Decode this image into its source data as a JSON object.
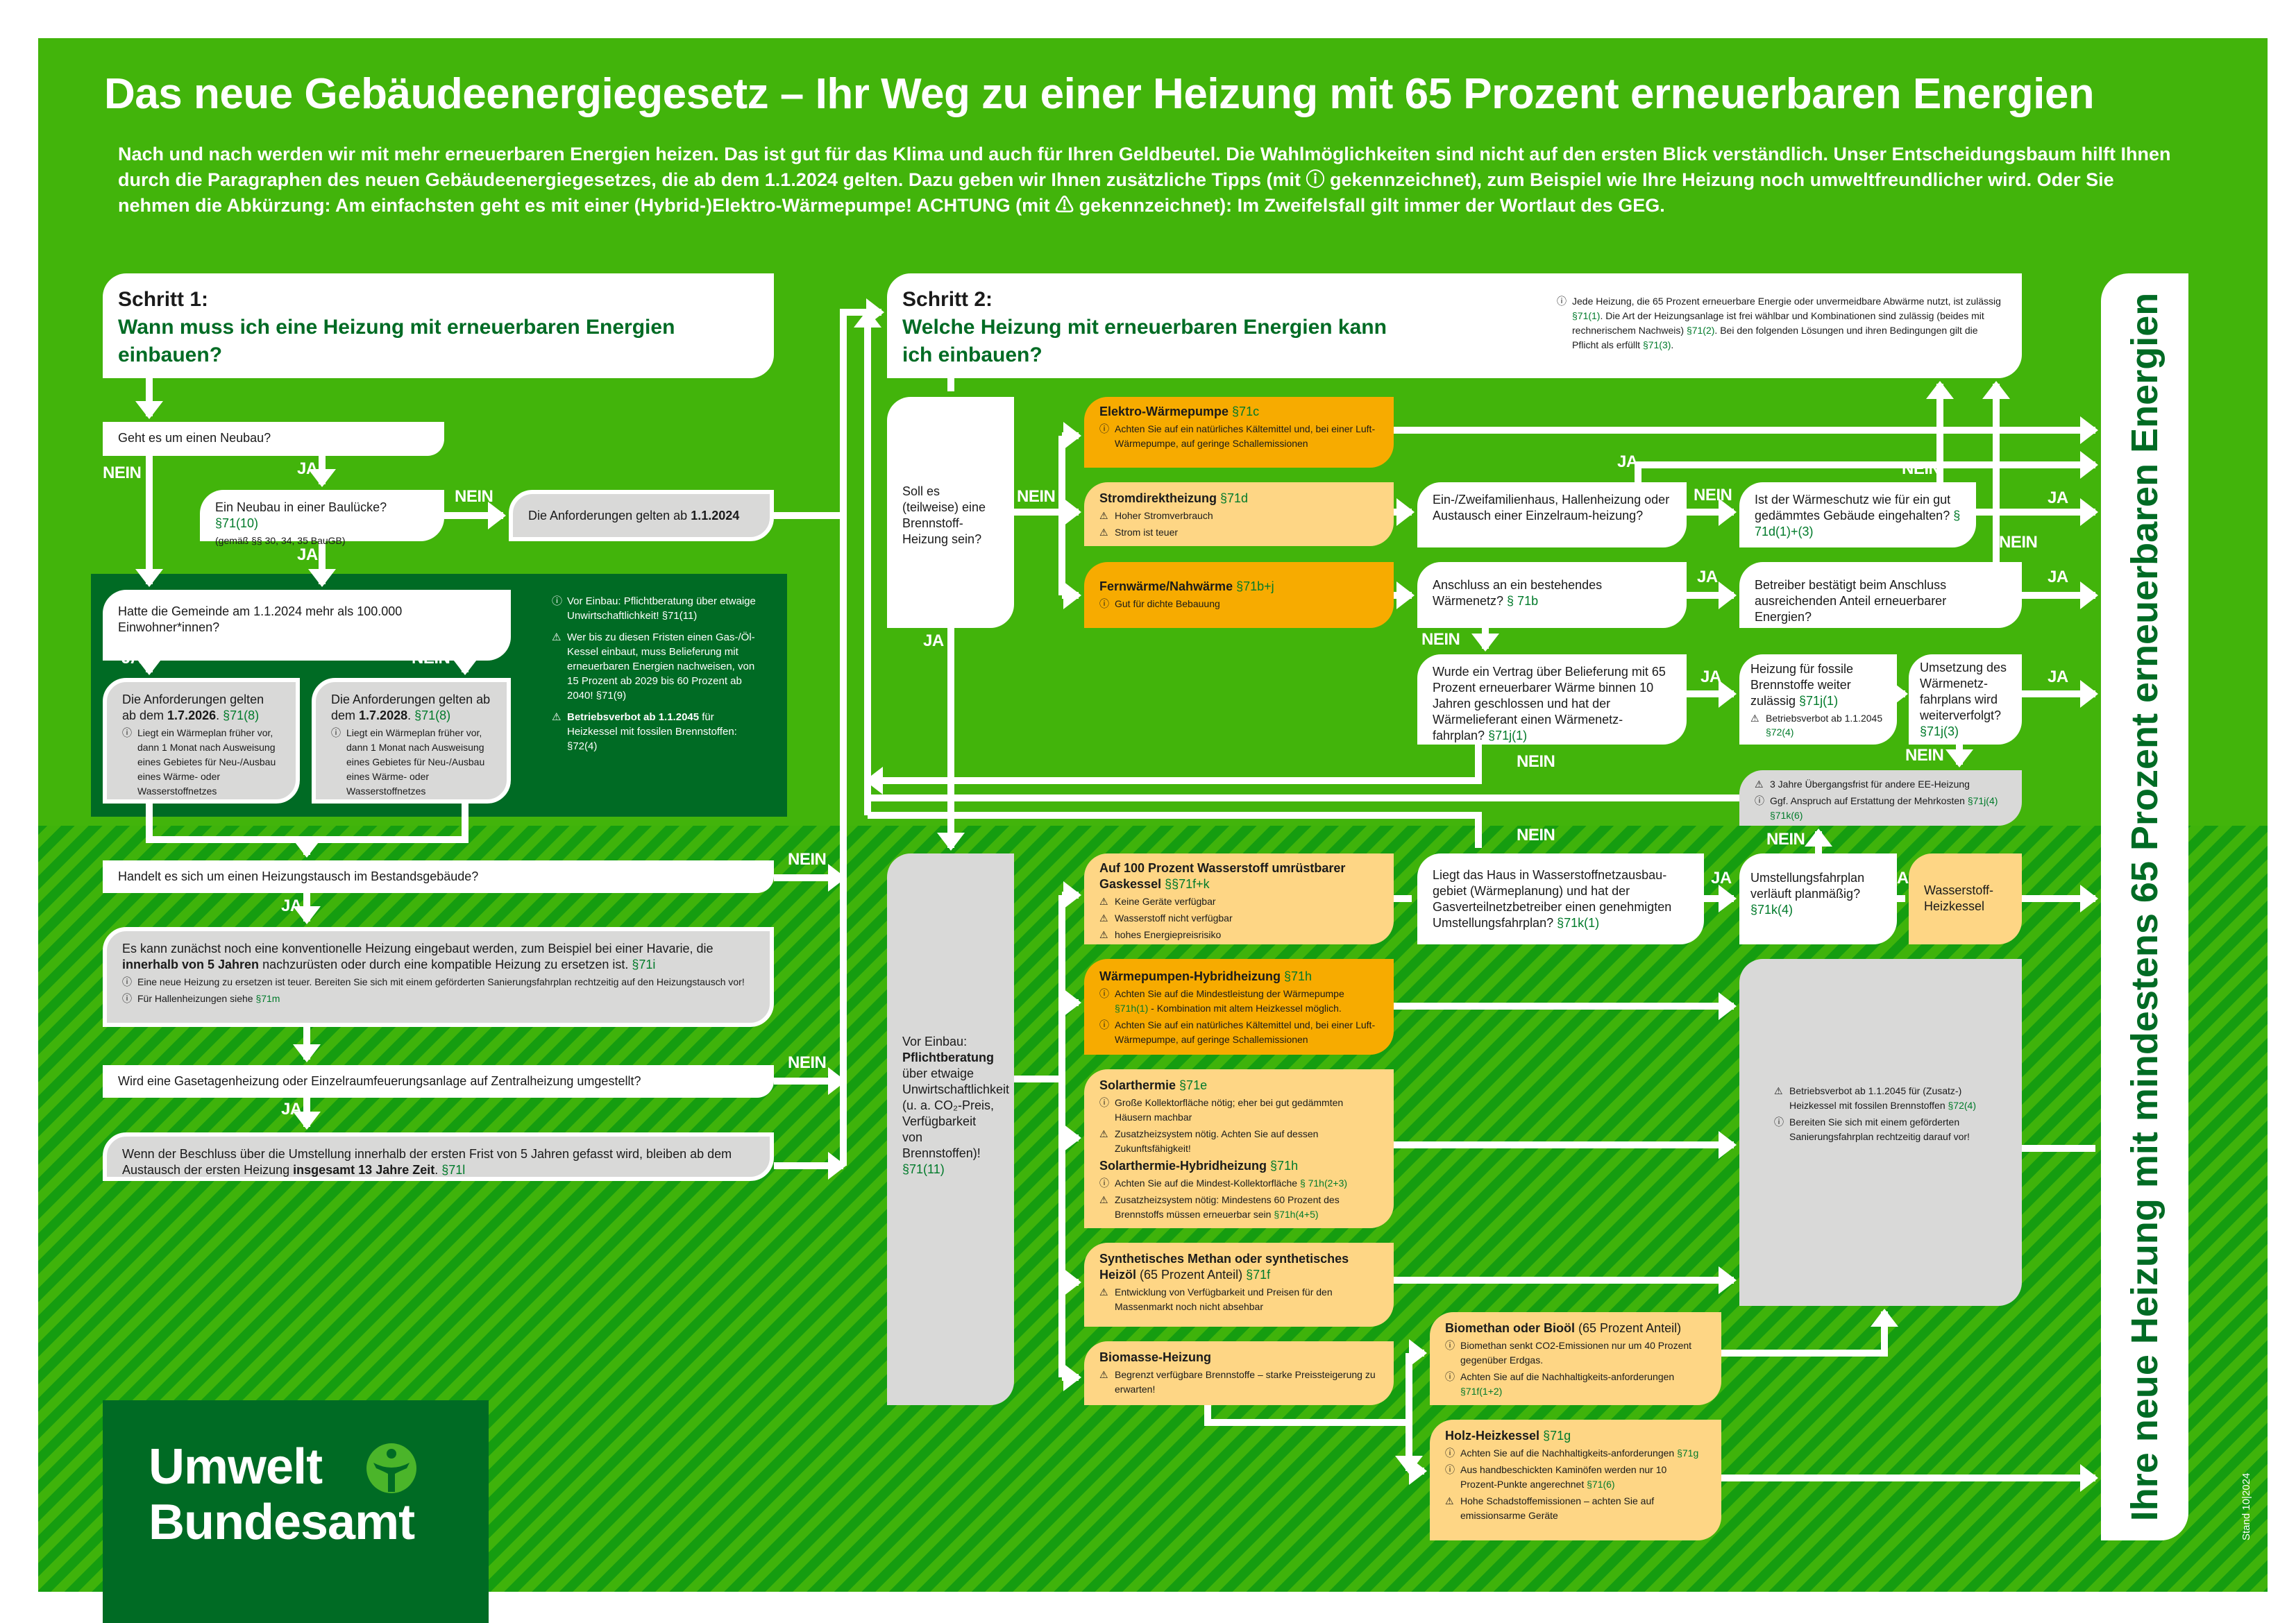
{
  "title": "Das neue Gebäudeenergiegesetz – Ihr Weg zu einer Heizung mit 65 Prozent erneuerbaren Energien",
  "intro": "Nach und nach werden wir mit mehr erneuerbaren Energien heizen. Das ist gut für das Klima und auch für Ihren Geldbeutel. Die Wahlmöglichkeiten sind nicht auf den ersten Blick verständlich. Unser Entscheidungsbaum hilft Ihnen durch die Paragraphen des neuen Gebäudeenergiegesetzes, die ab dem 1.1.2024 gelten. Dazu geben wir Ihnen zusätzliche Tipps (mit ⓘ gekennzeichnet), zum Beispiel wie Ihre Heizung noch umweltfreundlicher wird. Oder Sie nehmen die Abkürzung: Am einfachsten geht es mit einer (Hybrid-)Elektro-Wärmepumpe! ACHTUNG (mit ⚠ gekennzeichnet): Im Zweifelsfall gilt immer der Wortlaut des GEG.",
  "labels": {
    "ja": "JA",
    "nein": "NEIN"
  },
  "colors": {
    "green": "#42b40b",
    "dark_green": "#006b24",
    "orange": "#f7ab00",
    "light_orange": "#fed685",
    "gray": "#d9d9d8"
  },
  "step1": {
    "label": "Schritt 1:",
    "question": "Wann muss ich eine Heizung mit erneuerbaren Energien einbauen?",
    "neubau": "Geht es um einen Neubau?",
    "baulucke": [
      {
        "segs": [
          "Ein Neubau in einer Baulücke? ",
          {
            "g": "§71(10)"
          }
        ]
      },
      {
        "cls": "small",
        "segs": [
          "(gemäß §§ 30, 34, 35 BauGB)"
        ]
      }
    ],
    "ab2024": [
      [
        "Die Anforderungen gelten ab ",
        {
          "b": "1.1.2024"
        }
      ]
    ],
    "gemeinde": "Hatte die Gemeinde am 1.1.2024 mehr als 100.000 Einwohner*innen?",
    "dark_notes": [
      {
        "icon": "info",
        "segs": [
          "Vor Einbau: Pflichtberatung über etwaige Unwirtschaftlichkeit! §71(11)"
        ]
      },
      {
        "icon": "warn",
        "segs": [
          "Wer bis zu diesen Fristen einen Gas-/Öl-Kessel einbaut, muss Belieferung mit erneuerbaren Energien nachweisen, von 15 Prozent ab 2029 bis 60 Prozent ab 2040! §71(9)"
        ]
      },
      {
        "icon": "warn",
        "segs": [
          {
            "b": "Betriebsverbot ab 1.1.2045"
          },
          " für Heizkessel mit fossilen Brennstoffen: §72(4)"
        ]
      }
    ],
    "ab2026": [
      [
        "Die Anforderungen gelten ab dem ",
        {
          "b": "1.7.2026"
        },
        ". ",
        {
          "g": "§71(8)"
        }
      ],
      {
        "icon": "info",
        "segs": [
          "Liegt ein Wärmeplan früher vor, dann 1 Monat nach Ausweisung eines Gebietes für Neu-/Ausbau eines Wärme- oder Wasserstoffnetzes"
        ]
      }
    ],
    "ab2028": [
      [
        "Die Anforderungen gelten ab dem ",
        {
          "b": "1.7.2028"
        },
        ". ",
        {
          "g": "§71(8)"
        }
      ],
      {
        "icon": "info",
        "segs": [
          "Liegt ein Wärmeplan früher vor, dann 1 Monat nach Ausweisung eines Gebietes für Neu-/Ausbau eines Wärme- oder Wasserstoffnetzes"
        ]
      }
    ],
    "tausch": "Handelt es sich um einen Heizungstausch im Bestandsgebäude?",
    "konventionell": [
      [
        "Es kann zunächst noch eine konventionelle Heizung eingebaut werden, zum Beispiel bei einer Havarie, die ",
        {
          "b": "innerhalb von 5 Jahren"
        },
        " nachzurüsten oder durch eine kompatible Heizung zu ersetzen ist. ",
        {
          "g": "§71i"
        }
      ],
      {
        "icon": "info",
        "segs": [
          "Eine neue Heizung zu ersetzen ist teuer. Bereiten Sie sich mit einem geförderten Sanierungsfahrplan rechtzeitig auf den Heizungstausch vor!"
        ]
      },
      {
        "icon": "info",
        "segs": [
          "Für Hallenheizungen siehe ",
          {
            "g": "§71m"
          }
        ]
      }
    ],
    "gasetage": "Wird eine Gasetagenheizung oder Einzelraumfeuerungsanlage auf Zentralheizung umgestellt?",
    "frist13": [
      [
        "Wenn der Beschluss über die Umstellung innerhalb der ersten Frist von 5 Jahren gefasst wird, bleiben ab dem Austausch der ersten Heizung ",
        {
          "b": "insgesamt 13 Jahre Zeit"
        },
        ". ",
        {
          "g": "§71l"
        }
      ]
    ]
  },
  "step2": {
    "label": "Schritt 2:",
    "question": "Welche Heizung mit erneuerbaren Energien kann ich einbauen?",
    "header_note": [
      {
        "icon": "info",
        "segs": [
          "Jede Heizung, die 65 Prozent erneuerbare Energie oder unvermeidbare Abwärme nutzt, ist zulässig ",
          {
            "g": "§71(1)"
          },
          ". Die Art der Heizungsanlage ist frei wählbar und Kombinationen sind zulässig (beides mit rechnerischem Nachweis) ",
          {
            "g": "§71(2)"
          },
          ". Bei den folgenden Lösungen und ihren Bedingungen gilt die Pflicht als erfüllt ",
          {
            "g": "§71(3)"
          },
          "."
        ]
      }
    ],
    "brennstoff": "Soll es (teilweise) eine Brennstoff-Heizung sein?",
    "vor_einbau": [
      [
        "Vor Einbau: ",
        {
          "b": "Pflichtberatung"
        },
        " über etwaige Unwirtschaftlichkeit (u. a. CO₂-Preis, Verfügbarkeit von Brennstoffen)! ",
        {
          "g": "§71(11)"
        }
      ]
    ],
    "elektro_wp": [
      [
        {
          "b": "Elektro-Wärmepumpe "
        },
        {
          "g": "§71c"
        }
      ],
      {
        "icon": "info",
        "segs": [
          "Achten Sie auf ein natürliches Kältemittel und, bei einer Luft-Wärmepumpe, auf geringe Schallemissionen"
        ]
      }
    ],
    "stromdirekt": [
      [
        {
          "b": "Stromdirektheizung "
        },
        {
          "g": "§71d"
        }
      ],
      {
        "icon": "warn",
        "segs": [
          "Hoher Stromverbrauch"
        ]
      },
      {
        "icon": "warn",
        "segs": [
          "Strom ist teuer"
        ]
      }
    ],
    "fernwaerme": [
      [
        {
          "b": "Fernwärme/Nahwärme "
        },
        {
          "g": "§71b+j"
        }
      ],
      {
        "icon": "info",
        "segs": [
          "Gut für dichte Bebauung"
        ]
      }
    ],
    "ein_zwei": "Ein-/Zweifamilienhaus, Hallenheizung oder Austausch einer Einzelraum-heizung?",
    "anschluss": [
      [
        "Anschluss an ein bestehendes Wärmenetz? ",
        {
          "g": "§ 71b"
        }
      ]
    ],
    "waermeschutz": [
      [
        "Ist der Wärmeschutz wie für ein gut gedämmtes Gebäude eingehalten? ",
        {
          "g": "§ 71d(1)+(3)"
        }
      ]
    ],
    "betreiber": "Betreiber bestätigt beim Anschluss ausreichenden Anteil erneuerbarer Energien?",
    "vertrag": [
      [
        "Wurde ein Vertrag über Belieferung mit 65 Prozent erneuerbarer Wärme binnen 10 Jahren geschlossen und hat der Wärmelieferant einen Wärmenetz-fahrplan? ",
        {
          "g": "§71j(1)"
        }
      ]
    ],
    "fossil_weiter": [
      [
        "Heizung für fossile Brennstoffe weiter zulässig ",
        {
          "g": "§71j(1)"
        }
      ],
      {
        "icon": "warn",
        "cls": "small",
        "segs": [
          "Betriebsverbot ab 1.1.2045 ",
          {
            "g": "§72(4)"
          }
        ]
      }
    ],
    "umsetzung": [
      [
        "Umsetzung des Wärmenetz-fahrplans wird weiterverfolgt? ",
        {
          "g": "§71j(3)"
        }
      ]
    ],
    "uebergang": [
      {
        "icon": "warn",
        "segs": [
          "3 Jahre Übergangsfrist für andere EE-Heizung"
        ]
      },
      {
        "icon": "info",
        "segs": [
          "Ggf. Anspruch auf Erstattung der Mehrkosten ",
          {
            "g": "§71j(4) §71k(6)"
          }
        ]
      }
    ],
    "h2_gaskessel": [
      [
        {
          "b": "Auf 100 Prozent Wasserstoff umrüstbarer Gaskessel "
        },
        {
          "g": "§§71f+k"
        }
      ],
      {
        "icon": "warn",
        "segs": [
          "Keine Geräte verfügbar"
        ]
      },
      {
        "icon": "warn",
        "segs": [
          "Wasserstoff nicht verfügbar"
        ]
      },
      {
        "icon": "warn",
        "segs": [
          "hohes Energiepreisrisiko"
        ]
      }
    ],
    "h2_gebiet": [
      [
        "Liegt das Haus in Wasserstoffnetzausbau-gebiet (Wärmeplanung) und hat der Gasverteilnetzbetreiber einen genehmigten Umstellungsfahrplan? ",
        {
          "g": "§71k(1)"
        }
      ]
    ],
    "umstellungsplan": [
      [
        "Umstellungsfahrplan verläuft planmäßig? ",
        {
          "g": "§71k(4)"
        }
      ]
    ],
    "h2_heizkessel": "Wasserstoff-Heizkessel",
    "wp_hybrid": [
      [
        {
          "b": "Wärmepumpen-Hybridheizung "
        },
        {
          "g": "§71h"
        }
      ],
      {
        "icon": "info",
        "segs": [
          "Achten Sie auf die Mindestleistung der Wärmepumpe ",
          {
            "g": "§71h(1)"
          },
          " - Kombination mit altem Heizkessel möglich."
        ]
      },
      {
        "icon": "info",
        "segs": [
          "Achten Sie auf ein natürliches Kältemittel und, bei einer Luft-Wärmepumpe, auf geringe Schallemissionen"
        ]
      }
    ],
    "solar": [
      [
        {
          "b": "Solarthermie "
        },
        {
          "g": "§71e"
        }
      ],
      {
        "icon": "info",
        "segs": [
          "Große Kollektorfläche nötig; eher bei gut gedämmten Häusern machbar"
        ]
      },
      {
        "icon": "warn",
        "segs": [
          "Zusatzheizsystem nötig. Achten Sie auf dessen Zukunftsfähigkeit!"
        ]
      },
      [
        {
          "b": "Solarthermie-Hybridheizung "
        },
        {
          "g": "§71h"
        }
      ],
      {
        "icon": "info",
        "segs": [
          "Achten Sie auf die Mindest-Kollektorfläche ",
          {
            "g": "§ 71h(2+3)"
          }
        ]
      },
      {
        "icon": "warn",
        "segs": [
          "Zusatzheizsystem nötig: Mindestens 60 Prozent des Brennstoffs müssen erneuerbar sein ",
          {
            "g": "§71h(4+5)"
          }
        ]
      }
    ],
    "synthetisch": [
      [
        {
          "b": "Synthetisches Methan oder synthetisches Heizöl"
        },
        " (65 Prozent Anteil) ",
        {
          "g": "§71f"
        }
      ],
      {
        "icon": "warn",
        "segs": [
          "Entwicklung von Verfügbarkeit und Preisen für den Massenmarkt noch nicht absehbar"
        ]
      }
    ],
    "biomasse": [
      [
        {
          "b": "Biomasse-Heizung"
        }
      ],
      {
        "icon": "warn",
        "segs": [
          "Begrenzt verfügbare Brennstoffe – starke Preissteigerung zu erwarten!"
        ]
      }
    ],
    "biomethan": [
      [
        {
          "b": "Biomethan oder Bioöl"
        },
        " (65 Prozent Anteil)"
      ],
      {
        "icon": "info",
        "segs": [
          "Biomethan senkt CO2-Emissionen nur um 40 Prozent gegenüber Erdgas."
        ]
      },
      {
        "icon": "info",
        "segs": [
          "Achten Sie auf die Nachhaltigkeits-anforderungen ",
          {
            "g": "§71f(1+2)"
          }
        ]
      }
    ],
    "holz": [
      [
        {
          "b": "Holz-Heizkessel "
        },
        {
          "g": "§71g"
        }
      ],
      {
        "icon": "info",
        "segs": [
          "Achten Sie auf die Nachhaltigkeits-anforderungen ",
          {
            "g": "§71g"
          }
        ]
      },
      {
        "icon": "info",
        "segs": [
          "Aus handbeschickten Kaminöfen werden nur 10 Prozent-Punkte angerechnet ",
          {
            "g": "§71(6)"
          }
        ]
      },
      {
        "icon": "warn",
        "segs": [
          "Hohe Schadstoffemissionen – achten Sie auf emissionsarme Geräte"
        ]
      }
    ],
    "fossil_verbot": [
      {
        "icon": "warn",
        "segs": [
          "Betriebsverbot ab 1.1.2045 für (Zusatz-) Heizkessel mit fossilen Brennstoffen ",
          {
            "g": "§72(4)"
          }
        ]
      },
      {
        "icon": "info",
        "segs": [
          "Bereiten Sie sich mit einem geförderten Sanierungsfahrplan rechtzeitig darauf vor!"
        ]
      }
    ]
  },
  "result": "Ihre neue Heizung mit mindestens 65 Prozent erneuerbaren Energien",
  "stand": "Stand 10|2024",
  "logo": {
    "line1": "Umwelt",
    "line2": "Bundesamt"
  }
}
